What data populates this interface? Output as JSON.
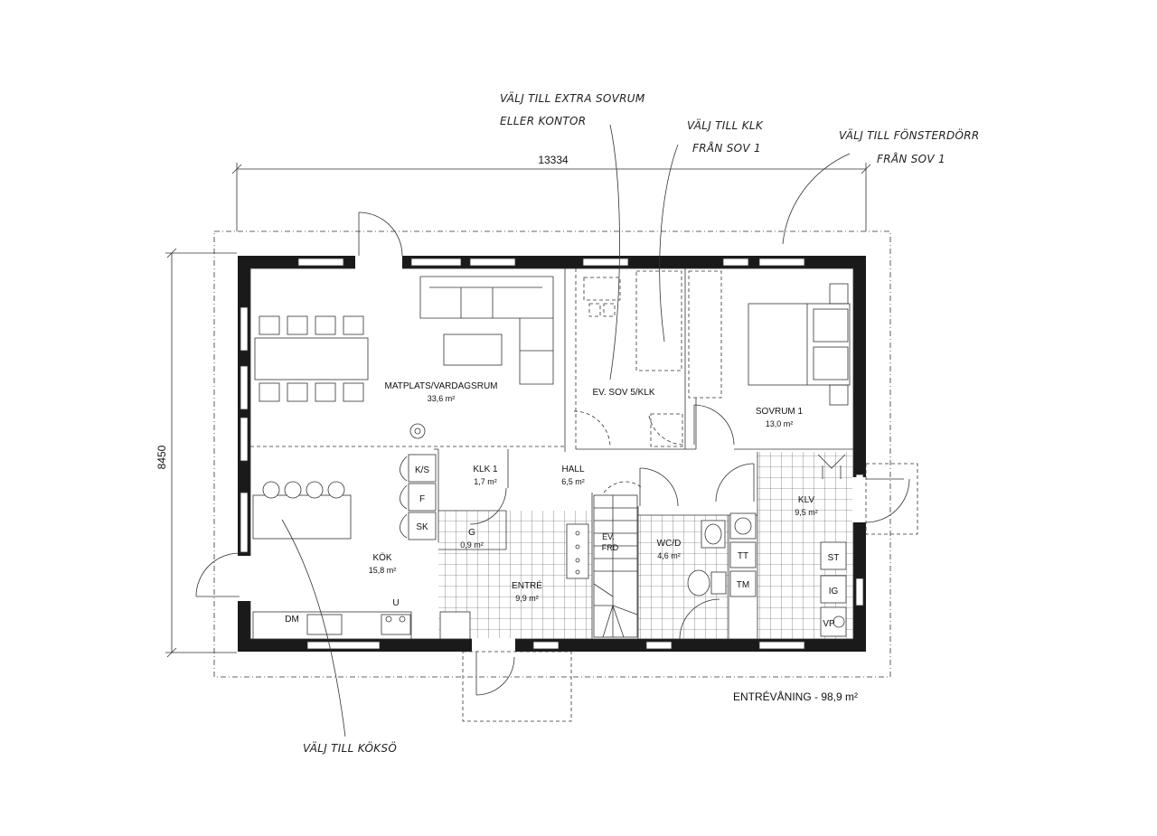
{
  "plan": {
    "dimensions": {
      "width": "13334",
      "height": "8450"
    },
    "total_area": "ENTRÉVÅNING - 98,9 m²",
    "rooms": {
      "living": {
        "name": "MATPLATS/VARDAGSRUM",
        "area": "33,6 m²"
      },
      "bedroom_opt": {
        "name": "EV. SOV 5/KLK"
      },
      "bedroom1": {
        "name": "SOVRUM 1",
        "area": "13,0 m²"
      },
      "klk1": {
        "name": "KLK 1",
        "area": "1,7 m²"
      },
      "hall": {
        "name": "HALL",
        "area": "6,5 m²"
      },
      "klv": {
        "name": "KLV",
        "area": "9,5 m²"
      },
      "kitchen": {
        "name": "KÖK",
        "area": "15,8 m²"
      },
      "g": {
        "name": "G",
        "area": "0,9 m²"
      },
      "entre": {
        "name": "ENTRÉ",
        "area": "9,9 m²"
      },
      "wc": {
        "name": "WC/D",
        "area": "4,6 m²"
      }
    },
    "fixtures": {
      "ks": "K/S",
      "f": "F",
      "sk": "SK",
      "dm": "DM",
      "u": "U",
      "tt": "TT",
      "tm": "TM",
      "st": "ST",
      "ig": "IG",
      "vp": "VP",
      "ev1": "EV.",
      "ev2": "FRD"
    },
    "notes": {
      "extra_bedroom_1": "VÄLJ TILL EXTRA SOVRUM",
      "extra_bedroom_2": "ELLER KONTOR",
      "klk_1": "VÄLJ TILL KLK",
      "klk_2": "FRÅN SOV 1",
      "window_door_1": "VÄLJ TILL FÖNSTERDÖRR",
      "window_door_2": "FRÅN SOV 1",
      "island": "VÄLJ TILL KÖKSÖ"
    }
  }
}
